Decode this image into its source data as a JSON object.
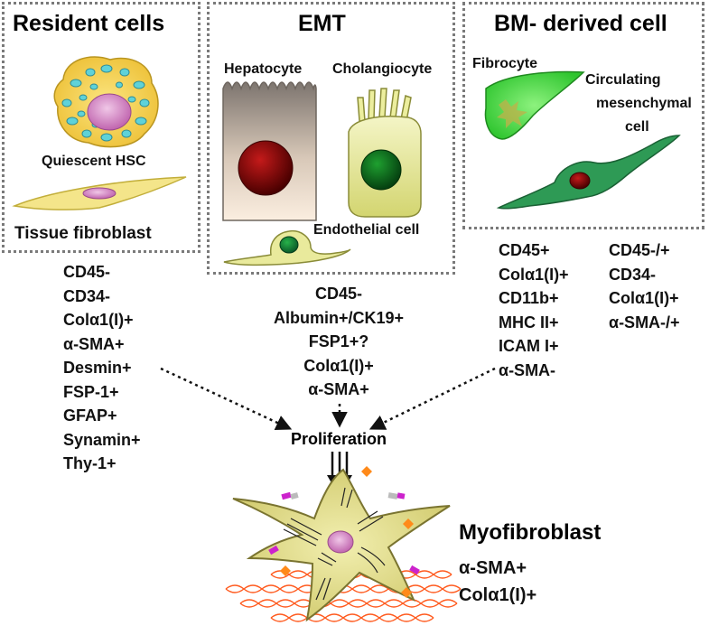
{
  "panels": {
    "resident": {
      "title": "Resident cells",
      "cells": [
        "Quiescent HSC",
        "Tissue fibroblast"
      ],
      "markers": [
        "CD45-",
        "CD34-",
        "Colα1(I)+",
        "α-SMA+",
        "Desmin+",
        "FSP-1+",
        "GFAP+",
        "Synamin+",
        "Thy-1+"
      ]
    },
    "emt": {
      "title": "EMT",
      "cells": [
        "Hepatocyte",
        "Cholangiocyte",
        "Endothelial cell"
      ],
      "markers": [
        "CD45-",
        "Albumin+/CK19+",
        "FSP1+?",
        "Colα1(I)+",
        "α-SMA+"
      ]
    },
    "bm": {
      "title": "BM- derived cell",
      "cells": [
        "Fibrocyte",
        "Circulating",
        "mesenchymal",
        "cell"
      ],
      "markers_fibrocyte": [
        "CD45+",
        "Colα1(I)+",
        "CD11b+",
        "MHC II+",
        "ICAM I+",
        "α-SMA-"
      ],
      "markers_mesenchymal": [
        "CD45-/+",
        "CD34-",
        "Colα1(I)+",
        "α-SMA-/+"
      ]
    }
  },
  "process": {
    "label": "Proliferation"
  },
  "result": {
    "title": "Myofibroblast",
    "markers": [
      "α-SMA+",
      "Colα1(I)+"
    ]
  },
  "colors": {
    "box_border": "#7a7a7a",
    "hsc_body": "#f3d34a",
    "hsc_droplet": "#5fd2d8",
    "nucleus_pink": "#d889c8",
    "fibroblast": "#f4e58a",
    "hepatocyte_top": "#8a817a",
    "nucleus_dark_red": "#7a0000",
    "cholangiocyte": "#e7e89a",
    "nucleus_green": "#0b6b16",
    "fibrocyte": "#4fe04f",
    "mesenchymal": "#2d9a55",
    "myofibroblast": "#e6e08c",
    "collagen": "#ff5a1e"
  }
}
